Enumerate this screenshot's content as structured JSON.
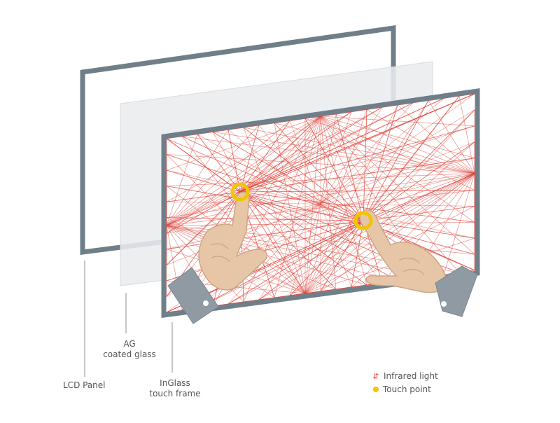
{
  "labels": {
    "lcd_panel": "LCD Panel",
    "ag_glass_line1": "AG",
    "ag_glass_line2": "coated glass",
    "inglass_line1": "InGlass",
    "inglass_line2": "touch frame"
  },
  "legend": {
    "infrared_symbol": "⇵",
    "infrared_label": "Infrared light",
    "touch_label": "Touch point"
  },
  "colors": {
    "frame": "#6f7f89",
    "glass": "#e9ecee",
    "infrared": "#e0443a",
    "touch": "#f2c500",
    "skin": "#e6c6a7",
    "skin_shadow": "#caa687",
    "sleeve": "#8f9aa3",
    "text": "#555555"
  },
  "icons": {
    "infrared": "arrows-icon",
    "touch": "dot-icon"
  }
}
